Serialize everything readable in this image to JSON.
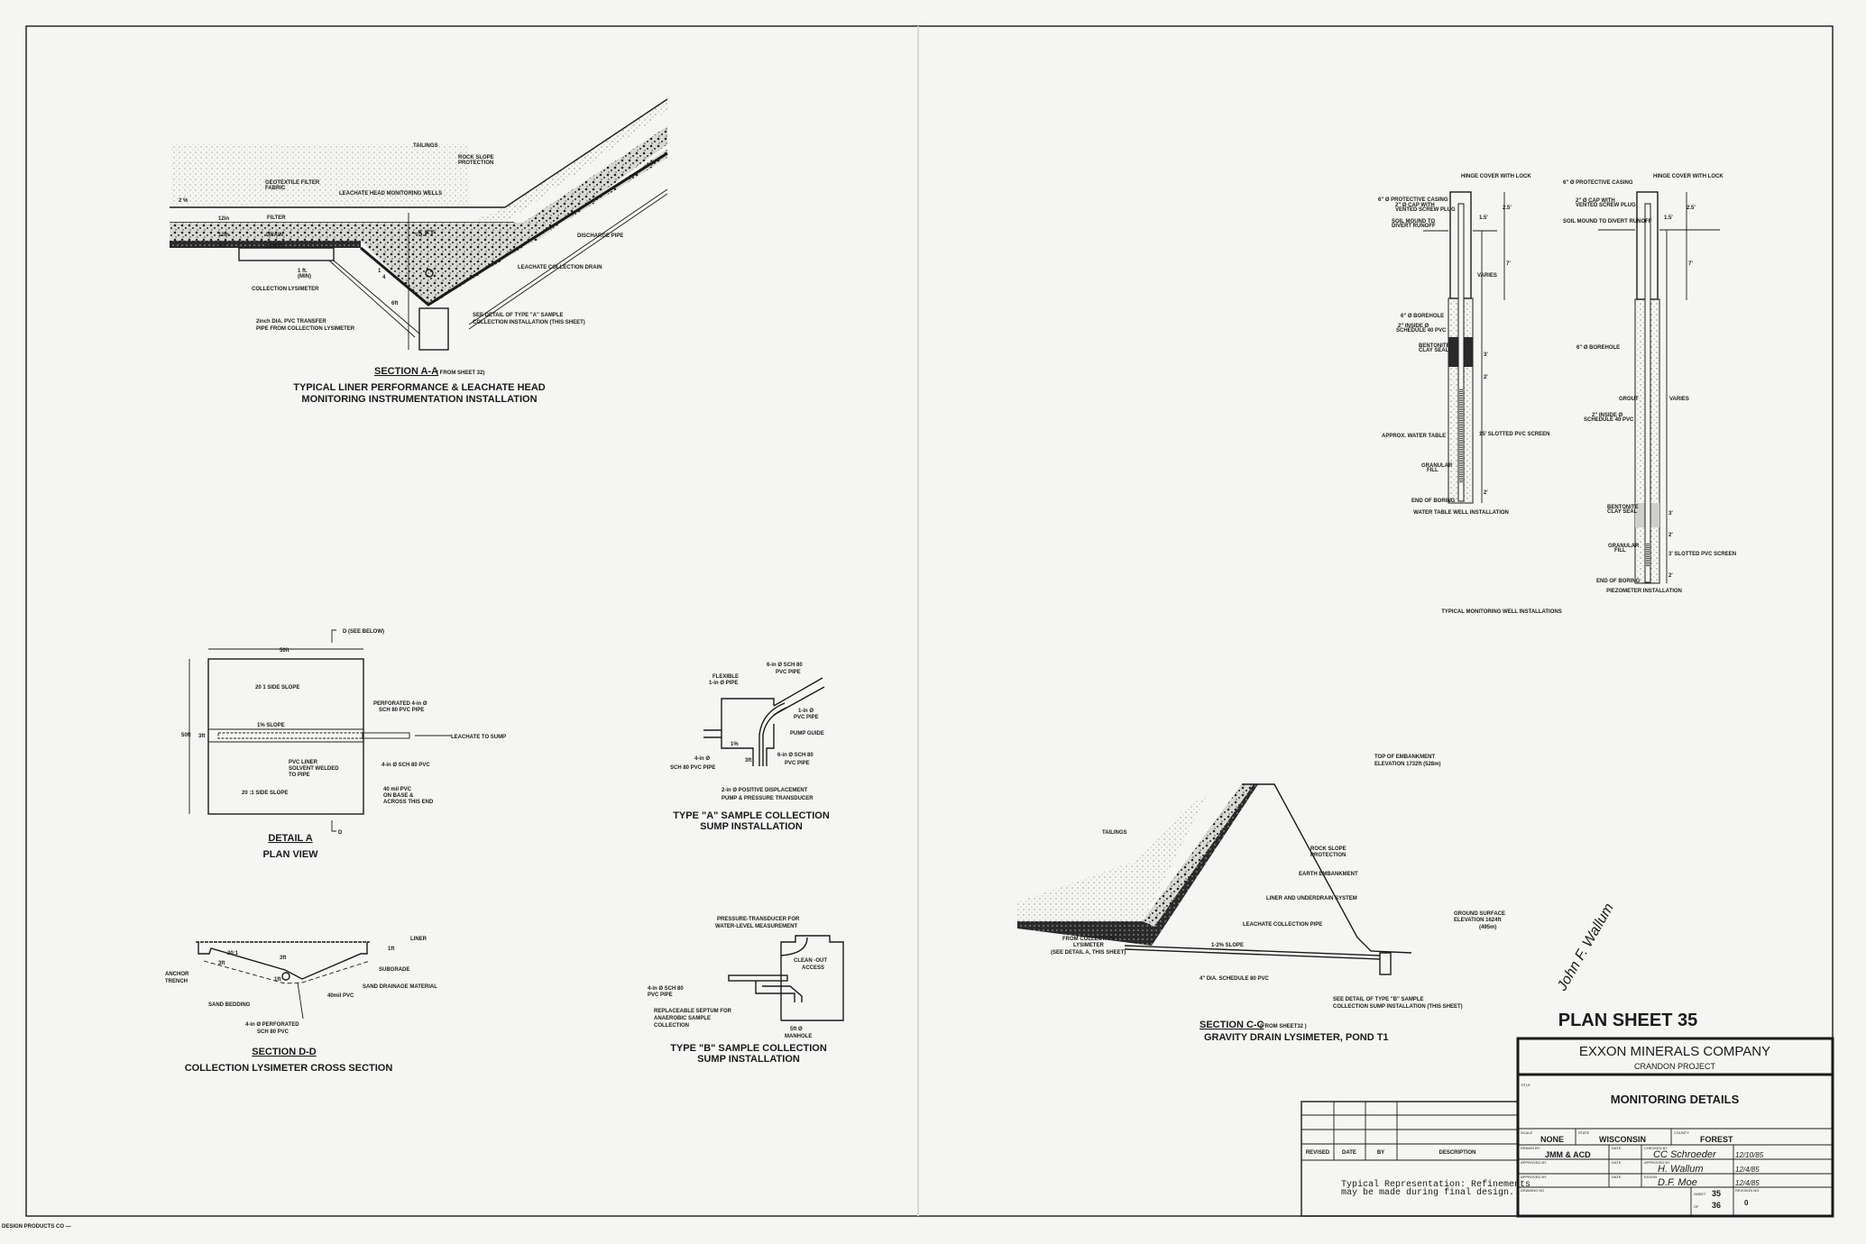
{
  "sheet": {
    "plan_sheet": "PLAN SHEET 35",
    "maker_mark": "DESIGN PRODUCTS CO —",
    "colors": {
      "paper": "#f5f5f3",
      "ink": "#1a1a1a"
    }
  },
  "section_aa": {
    "title": "SECTION A-A",
    "ref": "( FROM SHEET 32)",
    "caption1": "TYPICAL LINER PERFORMANCE & LEACHATE HEAD",
    "caption2": "MONITORING INSTRUMENTATION INSTALLATION",
    "labels": {
      "tailings": "TAILINGS",
      "rock1": "ROCK SLOPE",
      "rock2": "PROTECTION",
      "geo1": "GEOTEXTILE FILTER",
      "geo2": "FABRIC",
      "wells": "LEACHATE HEAD MONITORING WELLS",
      "slope": "2 %",
      "filter_th": "12in",
      "filter": "FILTER",
      "drain_th": "12in",
      "drain": "DRAIN",
      "liner_th": "6in",
      "liner": "LINER",
      "depth": "~5 FT",
      "discharge": "DISCHARGE PIPE",
      "collection_drain": "LEACHATE COLLECTION DRAIN",
      "min1": "1 ft.",
      "min2": "(MIN)",
      "ratio_top": "1",
      "ratio_bot": "4",
      "lysimeter": "COLLECTION LYSIMETER",
      "six_ft": "6ft",
      "transfer1": "2inch DIA. PVC TRANSFER",
      "transfer2": "PIPE FROM COLLECTION LYSIMETER",
      "see1": "SEE DETAIL OF TYPE \"A\" SAMPLE",
      "see2": "COLLECTION INSTALLATION (THIS SHEET)"
    }
  },
  "wells": {
    "caption": "TYPICAL MONITORING WELL INSTALLATIONS",
    "water_table": {
      "title": "WATER TABLE WELL INSTALLATION",
      "hinge": "HINGE COVER WITH LOCK",
      "casing": "6\" Ø PROTECTIVE CASING",
      "cap1": "2\" Ø CAP WITH",
      "cap2": "VENTED SCREW PLUG",
      "mound1": "SOIL MOUND TO",
      "mound2": "DIVERT RUNOFF",
      "d25": "2.5'",
      "d15": "1.5'",
      "d7": "7'",
      "varies": "VARIES",
      "borehole": "6\" Ø BOREHOLE",
      "pvc1": "2\" INSIDE Ø",
      "pvc2": "SCHEDULE 40 PVC",
      "bent1": "BENTONITE",
      "bent2": "CLAY SEAL",
      "d3": "3'",
      "d2a": "2'",
      "water": "APPROX. WATER TABLE",
      "screen": "15' SLOTTED PVC SCREEN",
      "fill1": "GRANULAR",
      "fill2": "FILL",
      "d2b": "2'",
      "end": "END OF BORING"
    },
    "piezometer": {
      "title": "PIEZOMETER INSTALLATION",
      "hinge": "HINGE COVER WITH LOCK",
      "casing": "6\" Ø PROTECTIVE CASING",
      "cap1": "2\" Ø CAP WITH",
      "cap2": "VENTED SCREW PLUG",
      "mound": "SOIL MOUND TO DIVERT RUNOFF",
      "d25": "2.5'",
      "d15": "1.5'",
      "d7": "7'",
      "borehole": "6\" Ø BOREHOLE",
      "grout": "GROUT",
      "varies": "VARIES",
      "pvc1": "2\" INSIDE Ø",
      "pvc2": "SCHEDULE 40 PVC",
      "bent1": "BENTONITE",
      "bent2": "CLAY SEAL",
      "d3": "3'",
      "d2a": "2'",
      "fill1": "GRANULAR",
      "fill2": "FILL",
      "screen": "3' SLOTTED PVC SCREEN",
      "d2b": "2'",
      "end": "END OF BORING"
    }
  },
  "detail_a": {
    "title": "DETAIL A",
    "subtitle": "PLAN VIEW",
    "section_ref": "D (SEE BELOW)",
    "section_ref2": "D",
    "width": "50ft",
    "height": "50ft",
    "band": "3ft",
    "side_top": "20 1 SIDE SLOPE",
    "slope": "1% SLOPE",
    "perf1": "PERFORATED 4-in Ø",
    "perf2": "SCH 80 PVC PIPE",
    "to_sump": "LEACHATE TO SUMP",
    "weld1": "PVC LINER",
    "weld2": "SOLVENT WELDED",
    "weld3": "TO PIPE",
    "pipe": "4-in Ø SCH 80 PVC",
    "side_bot": "20 :1 SIDE SLOPE",
    "mil1": "40 mil PVC",
    "mil2": "ON BASE &",
    "mil3": "ACROSS THIS END"
  },
  "type_a": {
    "title1": "TYPE \"A\" SAMPLE COLLECTION",
    "title2": "SUMP INSTALLATION",
    "pipe6a": "6-in Ø SCH 80",
    "pipe6b": "PVC PIPE",
    "flex1": "FLEXIBLE",
    "flex2": "1-in Ø PIPE",
    "pvc1": "1-in Ø",
    "pvc2": "PVC PIPE",
    "guide": "PUMP GUIDE",
    "slope": "1%",
    "in4a": "4-in Ø",
    "in4b": "SCH 80 PVC PIPE",
    "dim": "3ft",
    "pipe6c": "6-in Ø SCH 80",
    "pipe6d": "PVC PIPE",
    "pump1": "2-in Ø POSITIVE DISPLACEMENT",
    "pump2": "PUMP & PRESSURE TRANSDUCER"
  },
  "section_dd": {
    "title": "SECTION D-D",
    "subtitle": "COLLECTION LYSIMETER CROSS SECTION",
    "liner": "LINER",
    "one_ft": "1ft",
    "ratio": "20:1",
    "three_ft_a": "3ft",
    "three_ft_b": "3ft",
    "one_ft_b": "1ft",
    "anchor1": "ANCHOR",
    "anchor2": "TRENCH",
    "subgrade": "SUBGRADE",
    "sand_drain": "SAND DRAINAGE MATERIAL",
    "mil": "40mil PVC",
    "bedding": "SAND BEDDING",
    "perf1": "4-in Ø PERFORATED",
    "perf2": "SCH 80 PVC"
  },
  "type_b": {
    "title1": "TYPE \"B\" SAMPLE COLLECTION",
    "title2": "SUMP INSTALLATION",
    "press1": "PRESSURE-TRANSDUCER FOR",
    "press2": "WATER-LEVEL MEASUREMENT",
    "clean1": "CLEAN -OUT",
    "clean2": "ACCESS",
    "pipe1": "4-in Ø SCH 80",
    "pipe2": "PVC PIPE",
    "sept1": "REPLACEABLE SEPTUM FOR",
    "sept2": "ANAEROBIC SAMPLE",
    "sept3": "COLLECTION",
    "dim": "5ft Ø",
    "manhole": "MANHOLE"
  },
  "section_cc": {
    "title": "SECTION C-C",
    "ref": "(FROM SHEET32 )",
    "subtitle": "GRAVITY DRAIN LYSIMETER, POND T1",
    "top1": "TOP OF EMBANKMENT",
    "top2": "ELEVATION 1732ft (528m)",
    "tailings": "TAILINGS",
    "rock1": "ROCK SLOPE",
    "rock2": "PROTECTION",
    "earth": "EARTH EMBANKMENT",
    "liner": "LINER AND UNDERDRAIN SYSTEM",
    "pipe": "LEACHATE COLLECTION PIPE",
    "ground1": "GROUND SURFACE",
    "ground2": "ELEVATION 1624ft",
    "ground3": "(495m)",
    "from1": "FROM COLLECTION",
    "from2": "LYSIMETER",
    "from3": "(SEE DETAIL A, THIS SHEET)",
    "slope": "1-2% SLOPE",
    "dia": "4\" DIA. SCHEDULE 80 PVC",
    "see1": "SEE DETAIL OF TYPE \"B\" SAMPLE",
    "see2": "COLLECTION SUMP INSTALLATION (THIS SHEET)"
  },
  "revisions": {
    "headers": [
      "REVISED",
      "DATE",
      "BY",
      "DESCRIPTION"
    ],
    "note1": "Typical Representation:  Refinements",
    "note2": "may be made during final design."
  },
  "title_block": {
    "company": "EXXON MINERALS COMPANY",
    "project": "CRANDON PROJECT",
    "title_label": "TITLE",
    "title": "MONITORING DETAILS",
    "scale_label": "SCALE",
    "scale": "NONE",
    "state_label": "STATE",
    "state": "WISCONSIN",
    "county_label": "COUNTY",
    "county": "FOREST",
    "drawn_label": "DRAWN BY",
    "drawn": "JMM & ACD",
    "date_label": "DATE",
    "checked_label": "CHECKED BY",
    "approved_label": "APPROVED BY",
    "approved_by_label": "APPROVED BY",
    "exxon_label": "EXXON",
    "sig_checked": "CC Schroeder",
    "date_checked": "12/10/85",
    "sig_approved": "H. Wallum",
    "date_approved": "12/4/85",
    "sig_exxon": "D.F. Moe",
    "date_exxon": "12/4/85",
    "drawing_no_label": "DRAWING NO",
    "sheet_label": "SHEET",
    "sheet": "35",
    "of_label": "OF",
    "of": "36",
    "revision_label": "REVISION NO",
    "revision": "0"
  },
  "signature": "John F. Wallum"
}
